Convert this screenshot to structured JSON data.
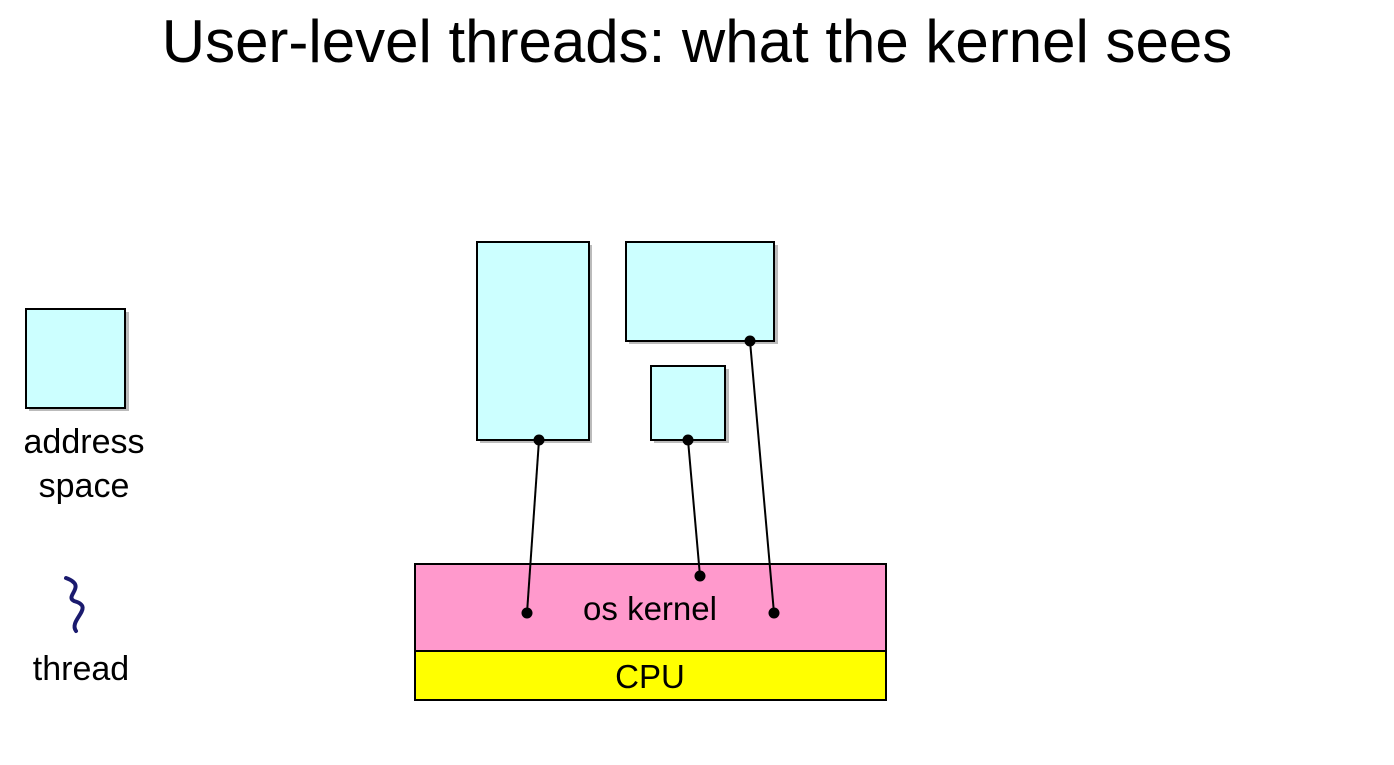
{
  "title": "User-level threads: what the kernel sees",
  "legend": {
    "address_space_label": "address\nspace",
    "thread_label": "thread"
  },
  "layers": {
    "kernel_label": "os kernel",
    "cpu_label": "CPU"
  },
  "colors": {
    "address_space_fill": "#ccffff",
    "kernel_fill": "#ff99cc",
    "cpu_fill": "#ffff00",
    "thread_icon": "#1a1a6e",
    "stroke": "#000000",
    "shadow": "#bbbbbb"
  },
  "icons": {
    "thread": "squiggle-icon"
  }
}
